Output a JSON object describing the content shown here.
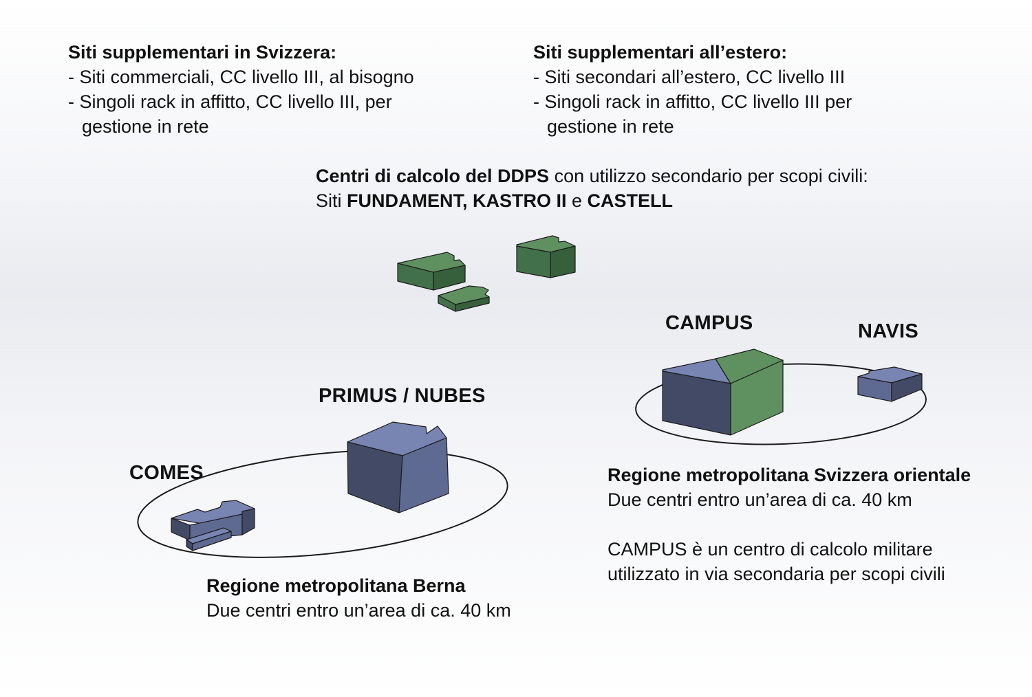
{
  "swiss_sites": {
    "heading": "Siti supplementari in Svizzera:",
    "item1": "- Siti commerciali, CC livello III, al bisogno",
    "item2_line1": "- Singoli rack in affitto, CC livello III, per",
    "item2_line2": "gestione in rete"
  },
  "foreign_sites": {
    "heading": "Siti supplementari all’estero:",
    "item1": "- Siti secondari all’estero, CC livello III",
    "item2_line1": "- Singoli rack in affitto, CC livello III per",
    "item2_line2": "gestione in rete"
  },
  "ddps": {
    "bold1": "Centri di calcolo del DDPS",
    "text1": " con utilizzo secondario per scopi civili:",
    "text2": "Siti ",
    "bold2": "FUNDAMENT, KASTRO II",
    "text3": " e ",
    "bold3": "CASTELL"
  },
  "labels": {
    "campus": "CAMPUS",
    "navis": "NAVIS",
    "primus_nubes": "PRIMUS / NUBES",
    "comes": "COMES"
  },
  "east_region": {
    "title": "Regione metropolitana Svizzera orientale",
    "line1": "Due centri entro un’area di ca. 40 km",
    "note1": "CAMPUS è un centro di calcolo militare",
    "note2": "utilizzato in via secondaria per scopi civili"
  },
  "bern_region": {
    "title": "Regione metropolitana Berna",
    "line1": "Due centri entro un’area di ca. 40 km"
  },
  "colors": {
    "green_top": "#5f9160",
    "green_side": "#3f6a40",
    "blue_top": "#7884b2",
    "blue_front": "#5f6a93",
    "blue_dark": "#434a66",
    "outline": "#1c1c1c"
  }
}
